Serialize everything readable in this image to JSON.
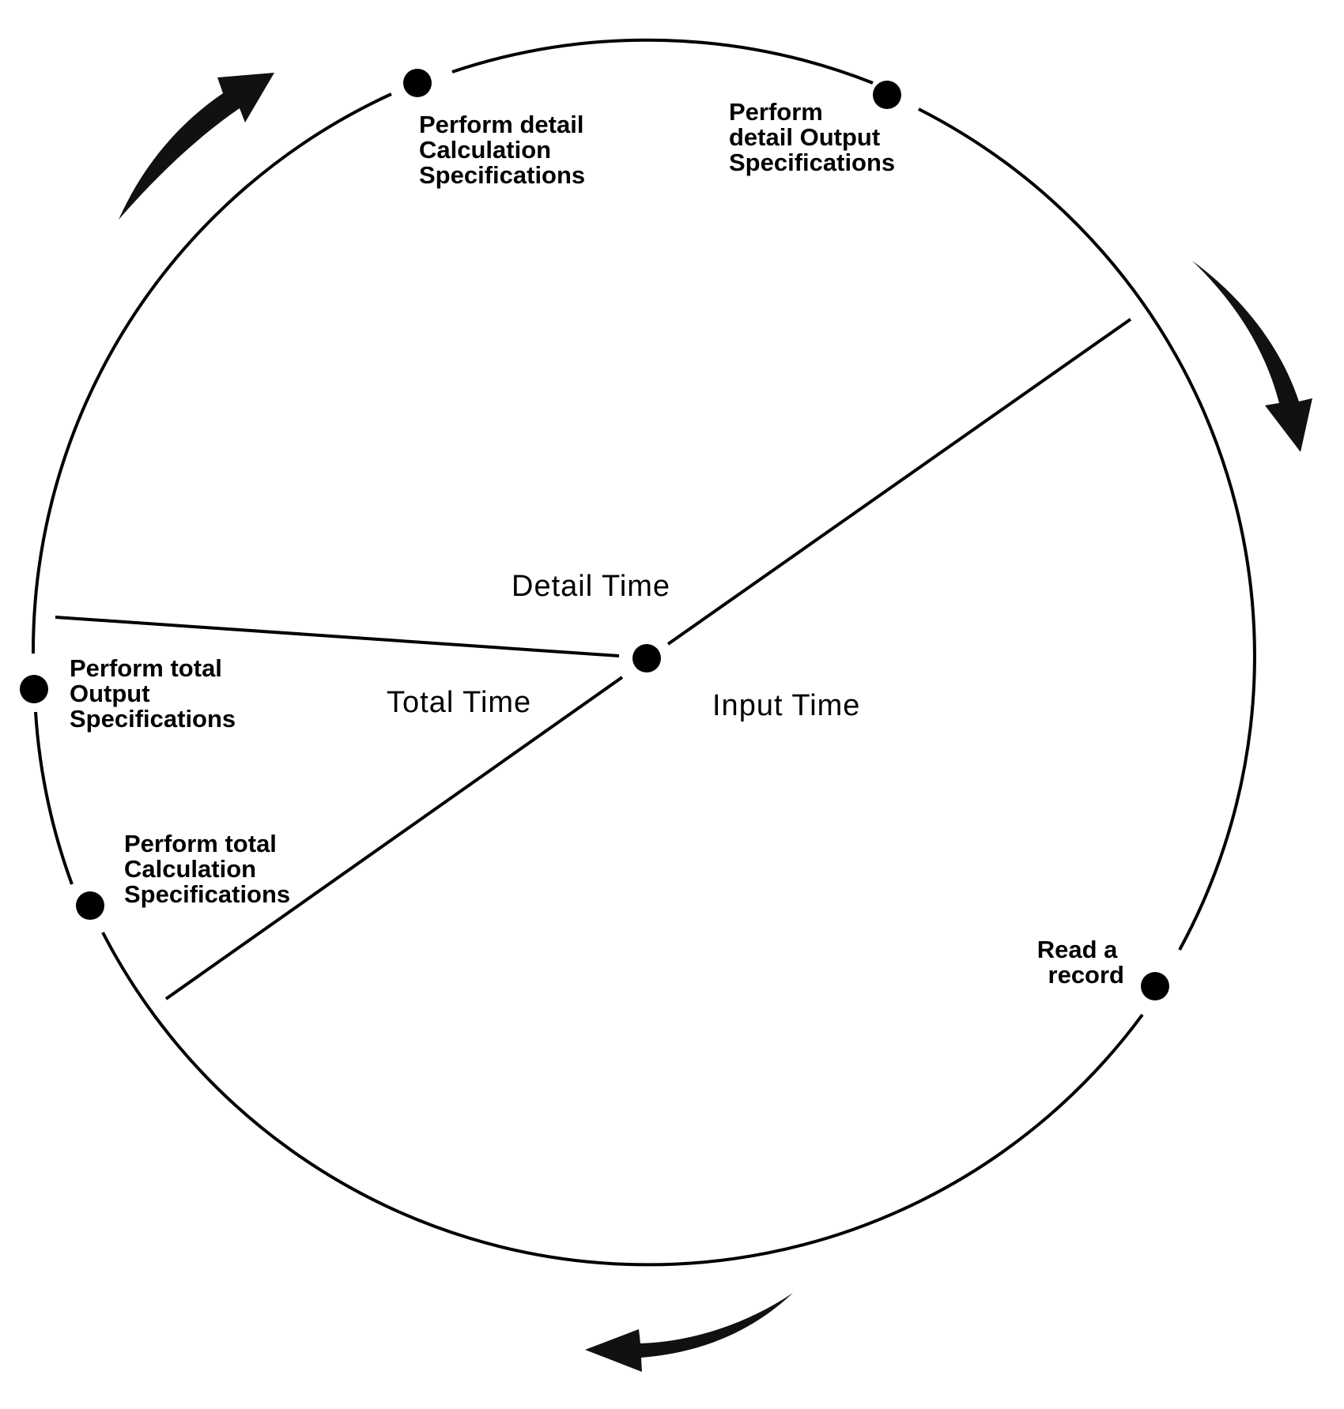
{
  "nodes": {
    "detail_calc": [
      "Perform detail",
      "Calculation",
      "Specifications"
    ],
    "detail_output": [
      "Perform",
      "detail Output",
      "Specifications"
    ],
    "total_output": [
      "Perform total",
      "Output",
      "Specifications"
    ],
    "total_calc": [
      "Perform total",
      "Calculation",
      "Specifications"
    ],
    "read_record": [
      "Read a",
      "record"
    ]
  },
  "sectors": {
    "detail_time": "Detail Time",
    "total_time": "Total Time",
    "input_time": "Input Time"
  },
  "flow_direction": "clockwise",
  "colors": {
    "ink": "#000000",
    "background": "#ffffff"
  }
}
